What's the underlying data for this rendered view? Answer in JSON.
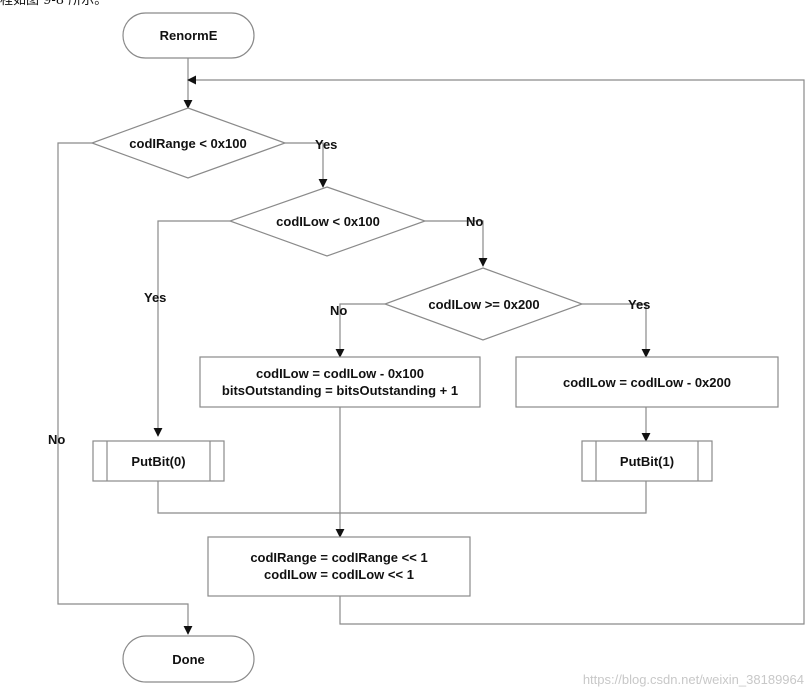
{
  "header": {
    "caption": "程如图 9-8 所示。"
  },
  "nodes": {
    "start": "RenormE",
    "range_check": "codIRange < 0x100",
    "low_check": "codILow < 0x100",
    "high_check": "codILow >= 0x200",
    "subtract_100": [
      "codILow = codILow - 0x100",
      "bitsOutstanding = bitsOutstanding + 1"
    ],
    "subtract_200": "codILow = codILow - 0x200",
    "putbit0": "PutBit(0)",
    "putbit1": "PutBit(1)",
    "shift": [
      "codIRange = codIRange << 1",
      "codILow = codILow << 1"
    ],
    "end": "Done"
  },
  "edge_labels": {
    "range_yes": "Yes",
    "range_no": "No",
    "low_yes": "Yes",
    "low_no": "No",
    "high_no": "No",
    "high_yes": "Yes"
  },
  "watermark": "https://blog.csdn.net/weixin_38189964"
}
